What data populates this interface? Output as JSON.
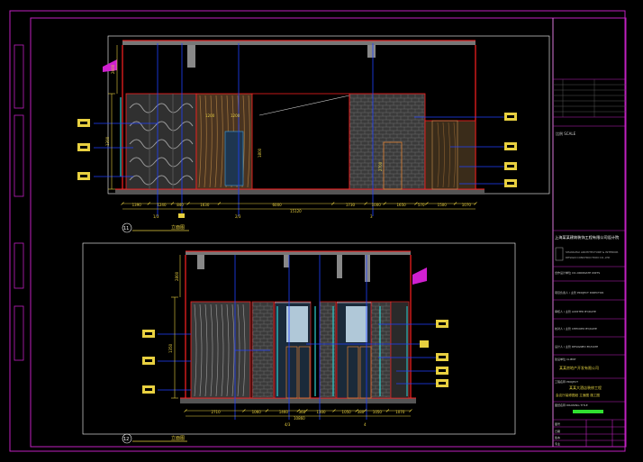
{
  "colors": {
    "background": "#000000",
    "frame": "#c020c0",
    "wall": "#ff2020",
    "axis": "#2040ff",
    "dim": "#e8d040",
    "white": "#ffffff",
    "gray": "#8a8a8a",
    "title_yellow": "#e0d040",
    "green": "#30e030",
    "cyan": "#30d0d0",
    "wood": "#9a6a30"
  },
  "drawing_1": {
    "view_number": "11",
    "view_title": "立面图",
    "dims_bottom": [
      "1390",
      "1240",
      "840",
      "1630",
      "6000",
      "1730",
      "1000",
      "1650",
      "570",
      "1500",
      "1070"
    ],
    "dim_total": "15120",
    "dims_left": [
      "1300",
      "2600"
    ],
    "dims_inner": [
      "1200",
      "1200",
      "1800",
      "2700"
    ],
    "grid_marks": [
      "1/3",
      "2/3",
      "3"
    ]
  },
  "drawing_2": {
    "view_number": "12",
    "view_title": "立面图",
    "dims_bottom": [
      "2710",
      "1060",
      "1460",
      "360",
      "1300",
      "1050",
      "380",
      "1050",
      "1070"
    ],
    "dim_total": "10860",
    "dims_left": [
      "1350",
      "2800"
    ],
    "grid_marks": [
      "4/3",
      "4"
    ]
  },
  "title_block": {
    "scale_label": "比例 SCALE",
    "company_name": "上海某某建筑装饰工程有限公司设计院",
    "company_en_1": "SHANGHAI ARCHITECTURE & INTERIOR",
    "company_en_2": "DESIGN CONSTRUCTION CO.,LTD",
    "row_coordinate": "合作设计单位 CO-ORDINATE UNITS",
    "row_director": "项目负责人 / 主管 PROJECT DIRECTOR",
    "row_audit": "审核人 / 主管 AUDITED BY/DATE",
    "row_check": "校对人 / 主管 CHECKED BY/DATE",
    "row_design": "设计人 / 主管 DESIGNED BY/DATE",
    "client_label": "建设单位 CLIENT",
    "client_name": "某某房地产开发有限公司",
    "project_label": "工程名称 PROJECT",
    "project_name_1": "某某大酒店装修工程",
    "project_name_2": "会议厅装修图纸 立面图 施工图",
    "drawing_label": "图纸名称 DRAWING TITLE",
    "bottom_rows": [
      "图号",
      "日期",
      "版本",
      "专业"
    ]
  }
}
